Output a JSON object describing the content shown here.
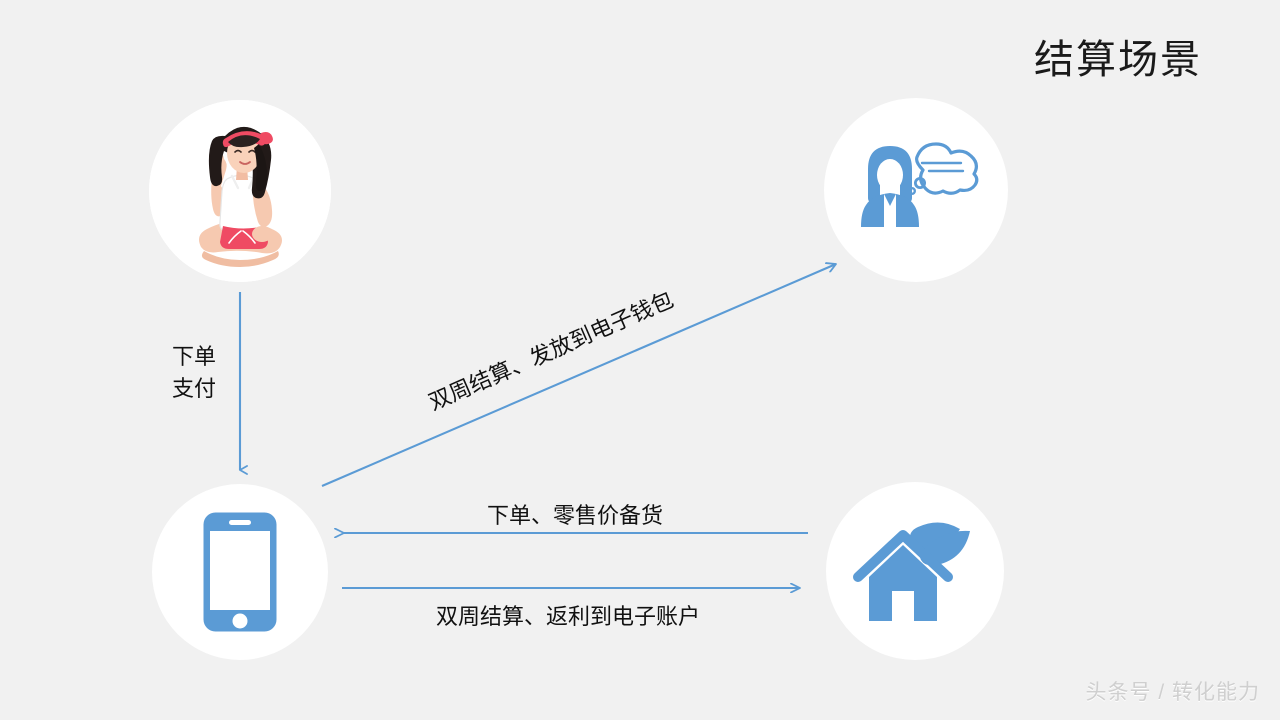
{
  "slide": {
    "title": "结算场景",
    "background_color": "#f1f1f1",
    "accent_color": "#5b9bd5",
    "text_color": "#111111"
  },
  "nodes": [
    {
      "id": "consumer",
      "icon": "photo-woman-pointing",
      "description": "坐着的女性照片"
    },
    {
      "id": "agent",
      "icon": "woman-thought-cloud-icon",
      "description": "带云朵气泡的女性头像"
    },
    {
      "id": "platform",
      "icon": "smartphone-icon",
      "description": "手机"
    },
    {
      "id": "merchant",
      "icon": "house-leaf-icon",
      "description": "带叶子的房屋"
    }
  ],
  "edges": [
    {
      "id": "order-pay",
      "label_line1": "下单",
      "label_line2": "支付",
      "direction": "consumer-to-platform"
    },
    {
      "id": "settle-wallet",
      "label": "双周结算、发放到电子钱包",
      "direction": "platform-to-agent"
    },
    {
      "id": "order-stock",
      "label": "下单、零售价备货",
      "direction": "merchant-to-platform"
    },
    {
      "id": "settle-rebate",
      "label": "双周结算、返利到电子账户",
      "direction": "platform-to-merchant"
    }
  ],
  "watermark": {
    "text": "头条号 / 转化能力"
  }
}
